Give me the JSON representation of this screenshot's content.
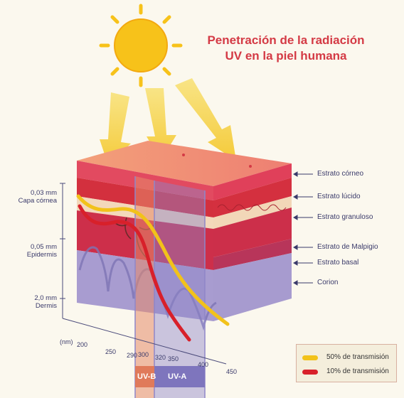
{
  "title": {
    "line1": "Penetración de la radiación",
    "line2": "UV en la piel humana"
  },
  "layers_right": [
    "Estrato córneo",
    "Estrato lúcido",
    "Estrato granuloso",
    "Estrato de Malpigio",
    "Estrato basal",
    "Corion"
  ],
  "depths_left": [
    {
      "value": "0,03 mm",
      "name": "Capa córnea"
    },
    {
      "value": "0,05 mm",
      "name": "Epidermis"
    },
    {
      "value": "2,0 mm",
      "name": "Dermis"
    }
  ],
  "axis": {
    "unit": "(nm)",
    "ticks": [
      "200",
      "250",
      "290",
      "300",
      "320",
      "350",
      "400",
      "450"
    ]
  },
  "bands": {
    "uvb": "UV-B",
    "uva": "UV-A"
  },
  "legend": {
    "items": [
      {
        "label": "50% de transmisión",
        "color": "#f2c21a"
      },
      {
        "label": "10% de transmisión",
        "color": "#d8202a"
      }
    ]
  },
  "colors": {
    "sun": "#f7c21a",
    "title": "#d43a45",
    "uvb_band": "#e58a6a",
    "uva_band": "#8f86c8"
  }
}
